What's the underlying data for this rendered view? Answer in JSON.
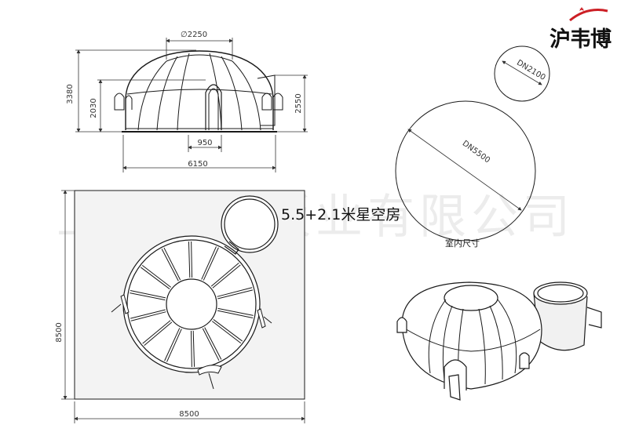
{
  "brand": {
    "name": "沪韦博",
    "accent": "#cc1f25"
  },
  "watermark": "上海韦博板业有限公司",
  "title": "5.5+2.1米星空房",
  "subtitle": "室内尺寸",
  "colors": {
    "line": "#1a1a1a",
    "dim": "#333333",
    "wall": "#f1f1f1"
  },
  "elevation": {
    "top_diameter": "∅2250",
    "total_height": "3380",
    "door_height": "2030",
    "side_height": "2550",
    "door_width": "950",
    "total_width": "6150"
  },
  "plan": {
    "width": "8500",
    "height": "8500"
  },
  "interior": {
    "large": "DN5500",
    "small": "DN2100"
  }
}
